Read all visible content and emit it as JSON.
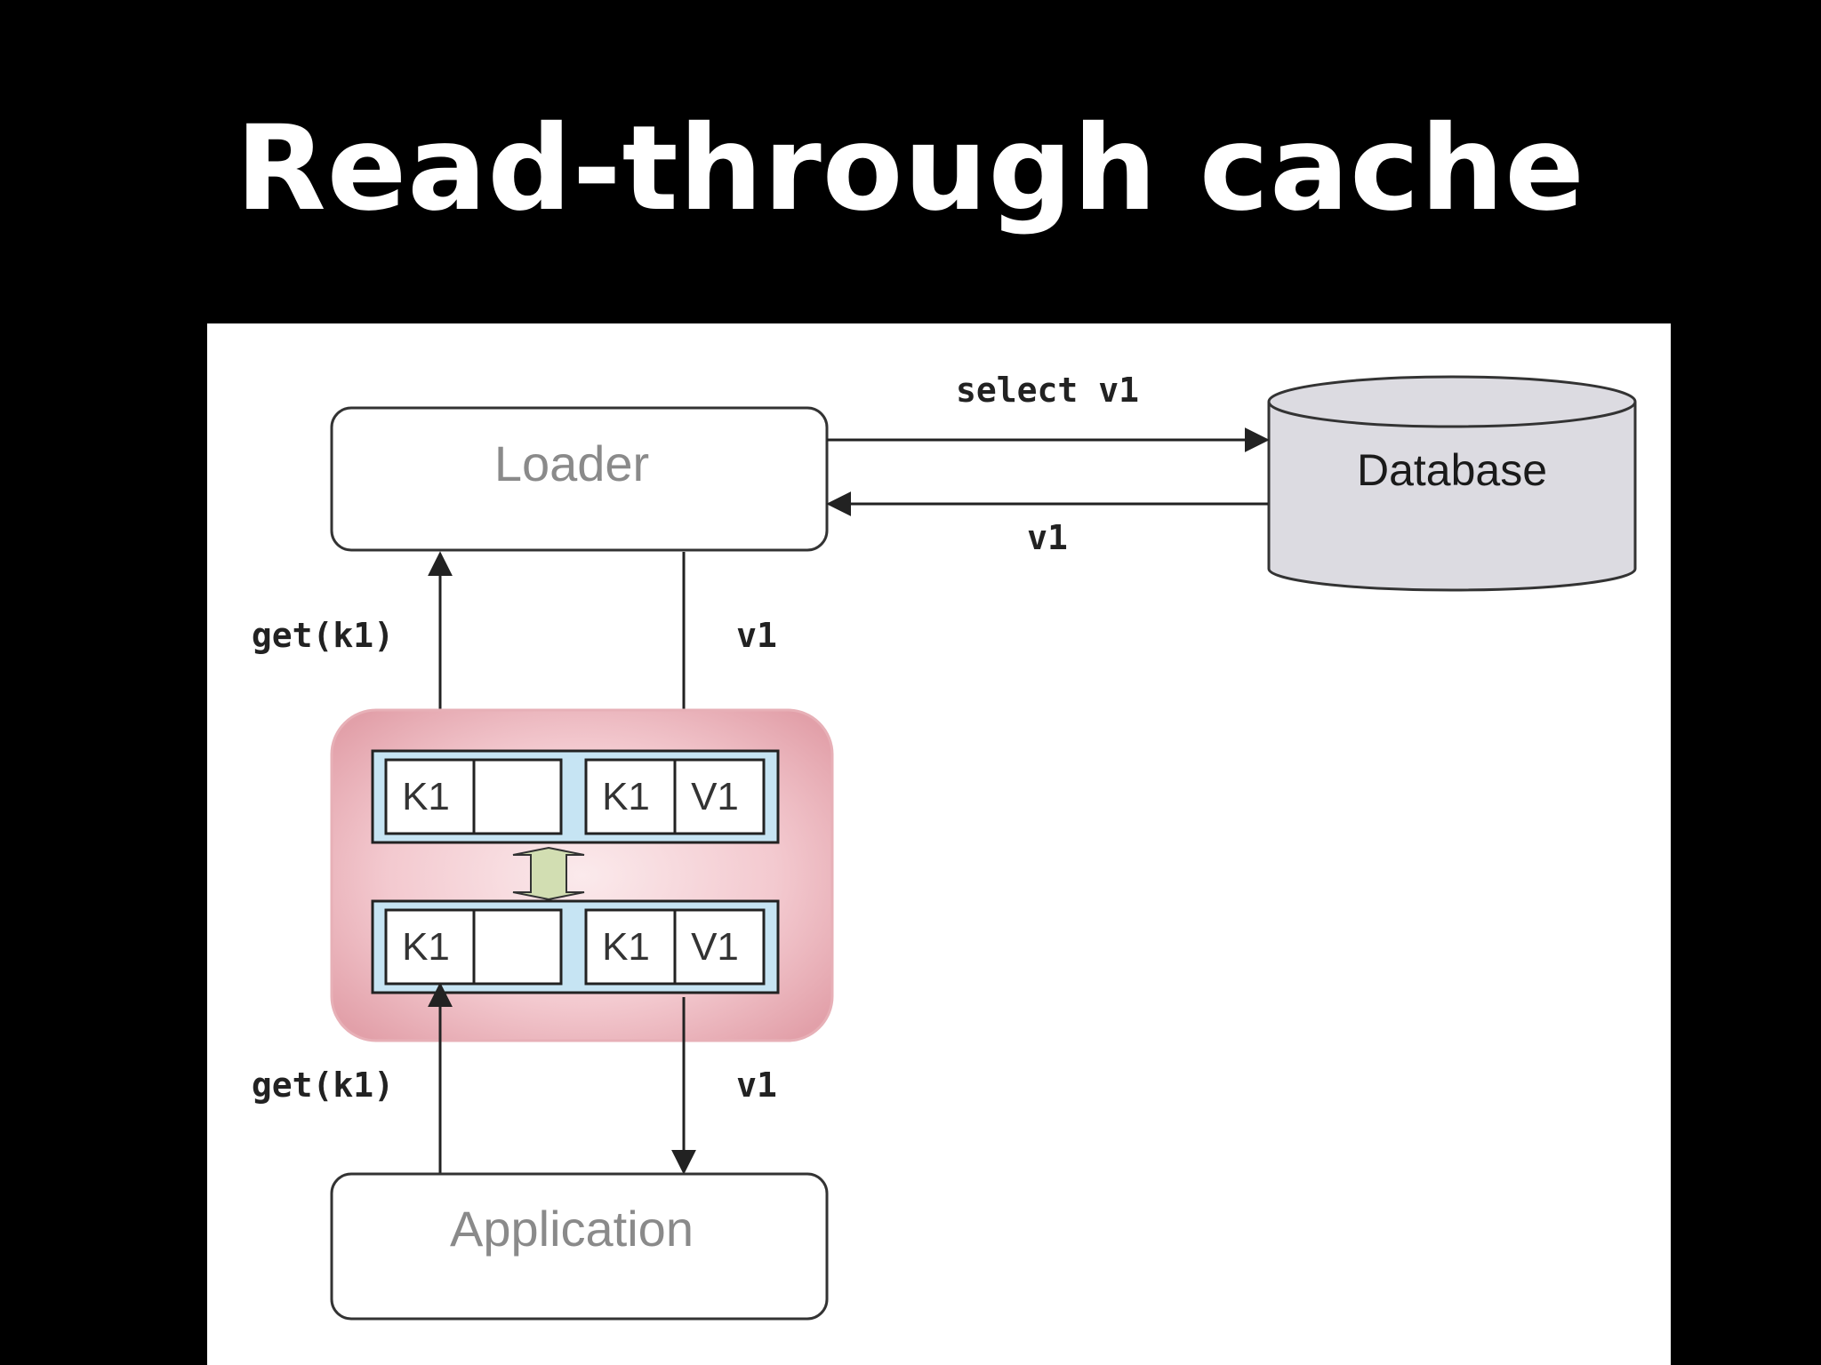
{
  "title": "Read-through cache",
  "diagram": {
    "loader": {
      "label": "Loader"
    },
    "database": {
      "label": "Database"
    },
    "application": {
      "label": "Application"
    },
    "edges": {
      "loader_to_db": "select v1",
      "db_to_loader": "v1",
      "cache_to_loader": "get(k1)",
      "loader_to_cache": "v1",
      "app_to_cache": "get(k1)",
      "cache_to_app": "v1"
    },
    "cache": {
      "rows": [
        {
          "cells": [
            "K1",
            "",
            "K1",
            "V1"
          ]
        },
        {
          "cells": [
            "K1",
            "",
            "K1",
            "V1"
          ]
        }
      ]
    }
  },
  "colors": {
    "background": "#000000",
    "panel": "#ffffff",
    "cache_fill": "#e9a9b1",
    "cache_row_fill": "#c6e4f3",
    "database_fill": "#dcdbe1",
    "sync_arrow_fill": "#d2deb2"
  }
}
